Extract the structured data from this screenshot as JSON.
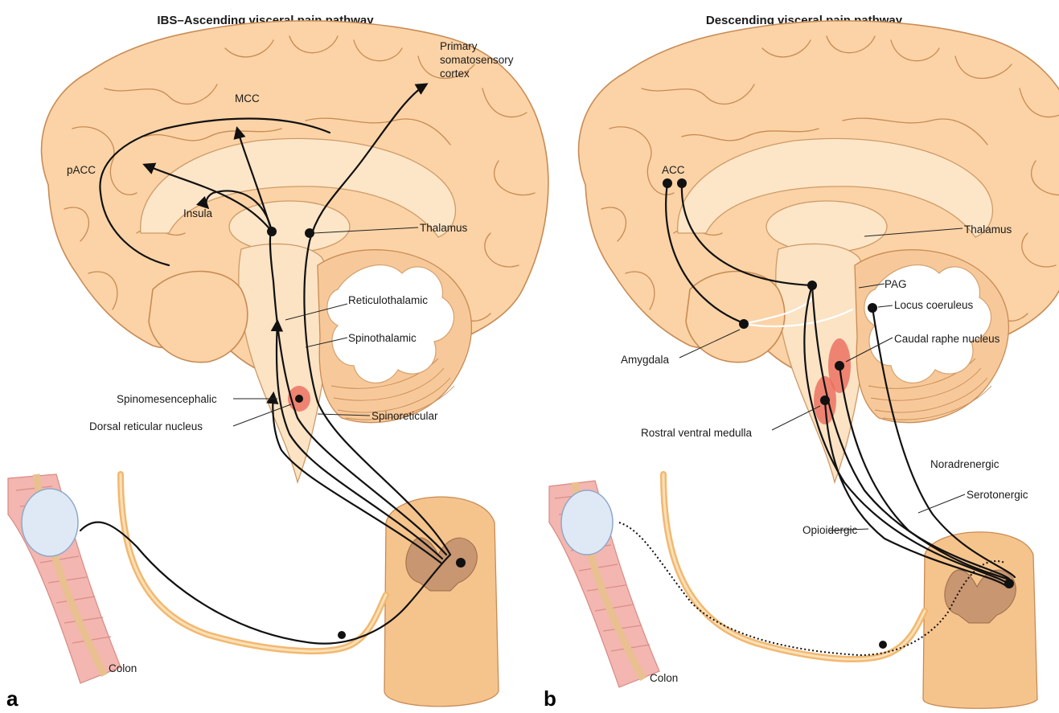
{
  "panel_a": {
    "panel_letter": "a",
    "title": "IBS–Ascending visceral pain pathway",
    "labels": {
      "primary_somatosensory_cortex_1": "Primary",
      "primary_somatosensory_cortex_2": "somatosensory",
      "primary_somatosensory_cortex_3": "cortex",
      "mcc": "MCC",
      "pacc": "pACC",
      "insula": "Insula",
      "thalamus": "Thalamus",
      "reticulothalamic": "Reticulothalamic",
      "spinothalamic": "Spinothalamic",
      "spinomesencephalic": "Spinomesencephalic",
      "dorsal_reticular_nucleus": "Dorsal reticular nucleus",
      "spinoreticular": "Spinoreticular",
      "colon": "Colon"
    }
  },
  "panel_b": {
    "panel_letter": "b",
    "title": "Descending visceral pain pathway",
    "labels": {
      "acc": "ACC",
      "thalamus": "Thalamus",
      "pag": "PAG",
      "locus_coeruleus": "Locus coeruleus",
      "amygdala": "Amygdala",
      "caudal_raphe_nucleus": "Caudal raphe nucleus",
      "rostral_ventral_medulla": "Rostral ventral medulla",
      "noradrenergic": "Noradrenergic",
      "serotonergic": "Serotonergic",
      "opioidergic": "Opioidergic",
      "colon": "Colon"
    }
  },
  "colors": {
    "brain_fill": "#fbd3a6",
    "brain_outline": "#c98b54",
    "pathway": "#111111",
    "nucleus_highlight": "#ec6a5c",
    "colon_mucosa": "#f3b6b0",
    "balloon": "#dfe9f6"
  }
}
